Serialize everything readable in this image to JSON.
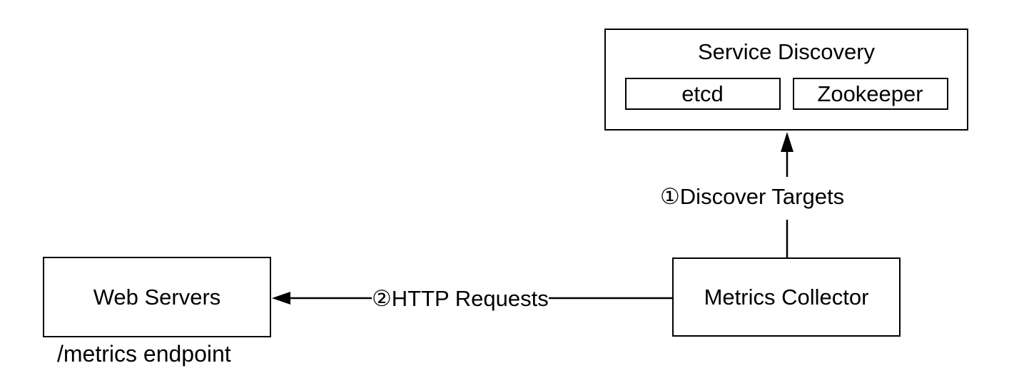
{
  "nodes": {
    "service_discovery": {
      "title": "Service Discovery",
      "children": [
        "etcd",
        "Zookeeper"
      ]
    },
    "web_servers": {
      "label": "Web Servers",
      "caption": "/metrics endpoint"
    },
    "metrics_collector": {
      "label": "Metrics Collector"
    }
  },
  "edges": {
    "discover_targets": {
      "label": "①Discover Targets",
      "from": "Metrics Collector",
      "to": "Service Discovery"
    },
    "http_requests": {
      "label": "②HTTP Requests",
      "from": "Metrics Collector",
      "to": "Web Servers"
    }
  },
  "colors": {
    "background": "#ffffff",
    "line": "#000000",
    "text": "#000000"
  }
}
